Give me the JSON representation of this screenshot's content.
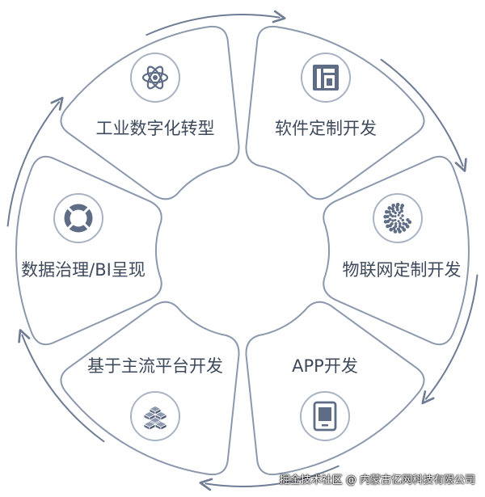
{
  "diagram": {
    "segments": [
      {
        "id": "industry",
        "label": "工业数字化转型",
        "icon": "atom-icon"
      },
      {
        "id": "software",
        "label": "软件定制开发",
        "icon": "layout-panel-icon"
      },
      {
        "id": "iot",
        "label": "物联网定制开发",
        "icon": "dotted-globe-icon"
      },
      {
        "id": "app",
        "label": "APP开发",
        "icon": "tablet-icon"
      },
      {
        "id": "platform",
        "label": "基于主流平台开发",
        "icon": "cube-stack-icon"
      },
      {
        "id": "data",
        "label": "数据治理/BI呈现",
        "icon": "segmented-ring-icon"
      }
    ],
    "colors": {
      "outline": "#8c98ad",
      "icon_ring": "#aab3c2",
      "icon_fill": "#5e6c85",
      "arrow": "#6e7c94",
      "text": "#3e4a5c"
    }
  },
  "watermark": {
    "text": "掘金技术社区 @ 内蒙古亿网科技有限公司"
  }
}
